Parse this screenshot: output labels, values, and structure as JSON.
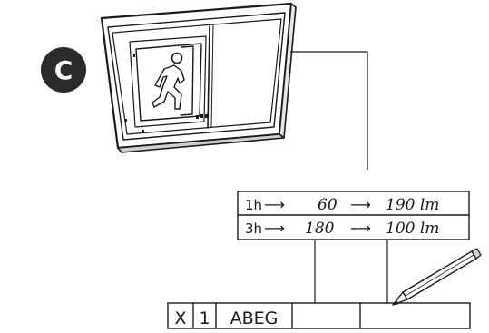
{
  "badge": {
    "letter": "C",
    "fill": "#2b2b2b",
    "text_color": "#ffffff"
  },
  "label_rows": [
    {
      "duration": "1h",
      "arrow1": "⟶",
      "value": "60",
      "arrow2": "⟶",
      "lumens": "190 lm"
    },
    {
      "duration": "3h",
      "arrow1": "⟶",
      "value": "180",
      "arrow2": "⟶",
      "lumens": "100 lm"
    }
  ],
  "code_boxes": [
    "X",
    "1",
    "ABEG",
    "",
    ""
  ],
  "icons": {
    "sign": "exit-sign-running-man-icon",
    "pen": "pen-icon"
  },
  "colors": {
    "ink": "#1a1a1a",
    "background": "#ffffff"
  }
}
